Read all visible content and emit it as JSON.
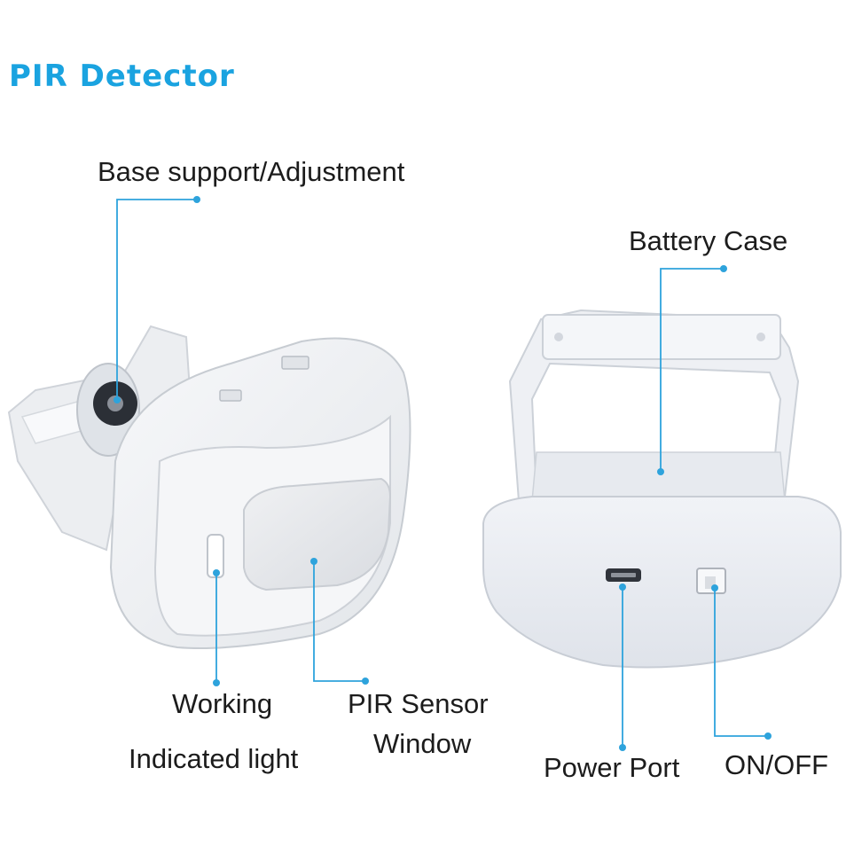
{
  "title": "PIR Detector",
  "title_color": "#1aa3e0",
  "leader_color": "#2ea3dc",
  "labels": {
    "base": "Base support/Adjustment",
    "battery": "Battery Case",
    "working_1": "Working",
    "working_2": "Indicated light",
    "pir_1": "PIR Sensor",
    "pir_2": "Window",
    "power": "Power Port",
    "onoff": "ON/OFF"
  }
}
